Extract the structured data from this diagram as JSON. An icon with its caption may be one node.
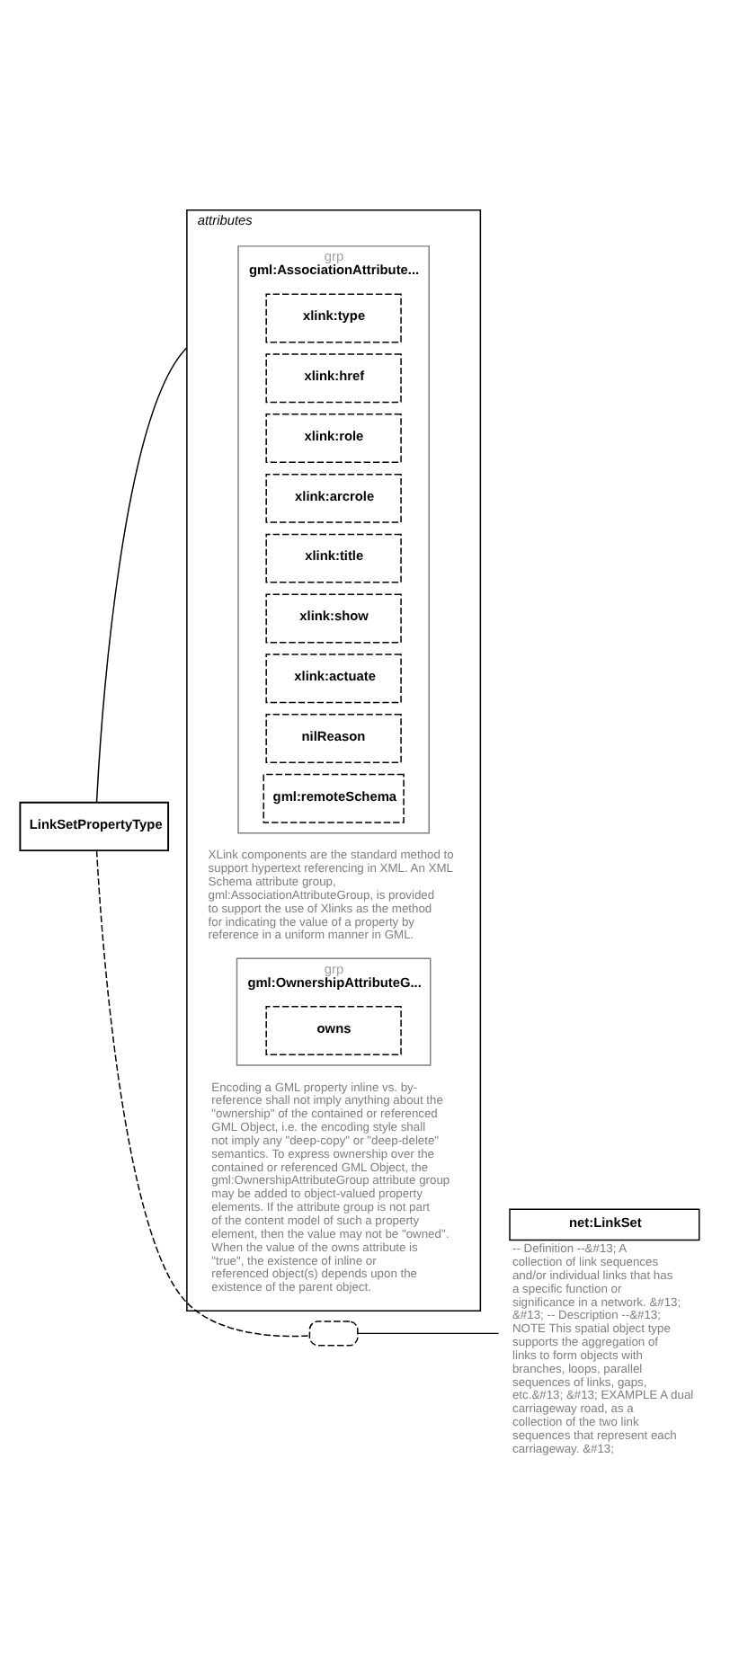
{
  "diagram": {
    "nodes": [
      {
        "text": [
          "LinkSetPropertyType"
        ]
      },
      {
        "text": [
          "attributes"
        ]
      },
      {
        "text": [
          "grp",
          "gml:AssociationAttribute..."
        ],
        "in": 1,
        "beside": [
          "XLink components are the standard method to support hypertext referencing in XML. An XML Schema attribute group, gml:AssociationAttributeGroup, is provided to support the use of Xlinks as the method for indicating the value of a property by reference in a uniform manner in GML."
        ]
      },
      {
        "text": [
          "xlink:type"
        ],
        "in": 2
      },
      {
        "text": [
          "xlink:href"
        ],
        "in": 2
      },
      {
        "text": [
          "xlink:role"
        ],
        "in": 2
      },
      {
        "text": [
          "xlink:arcrole"
        ],
        "in": 2
      },
      {
        "text": [
          "xlink:title"
        ],
        "in": 2
      },
      {
        "text": [
          "xlink:show"
        ],
        "in": 2
      },
      {
        "text": [
          "xlink:actuate"
        ],
        "in": 2
      },
      {
        "text": [
          "nilReason"
        ],
        "in": 2
      },
      {
        "text": [
          "gml:remoteSchema"
        ],
        "in": 2
      },
      {
        "text": [
          "grp",
          "gml:OwnershipAttributeG..."
        ],
        "in": 1,
        "beside": [
          "Encoding a GML property inline vs. by-reference shall not imply anything about the \"ownership\" of the contained or referenced GML Object, i.e. the encoding style shall not imply any \"deep-copy\" or \"deep-delete\" semantics. To express ownership over the contained or referenced GML Object, the gml:OwnershipAttributeGroup attribute group may be added to object-valued property elements. If the attribute group is not part of the content model of such a property element, then the value may not be \"owned\". When the value of the owns attribute is \"true\", the existence of inline or referenced object(s) depends upon the existence of the parent object."
        ]
      },
      {
        "text": [
          "owns"
        ],
        "in": 12
      },
      {
        "text": [],
        "shape": "box"
      },
      {
        "text": [
          "net:LinkSet"
        ],
        "beside": [
          "-- Definition --&#13; A collection of link sequences and/or individual links that has a specific function or significance in a network. &#13; &#13; -- Description --&#13; NOTE This spatial object type supports the aggregation of links to form objects with branches, loops, parallel sequences of links, gaps, etc.&#13; &#13; EXAMPLE A dual carriageway road, as a collection of the two link sequences that represent each carriageway. &#13;"
        ]
      }
    ],
    "edges": [
      {
        "from": 0,
        "to": 1,
        "arrow": "none"
      },
      {
        "from": 0,
        "to": 14,
        "arrow": "none",
        "style": "dashed"
      },
      {
        "from": 14,
        "to": 15,
        "arrow": "none"
      }
    ]
  }
}
